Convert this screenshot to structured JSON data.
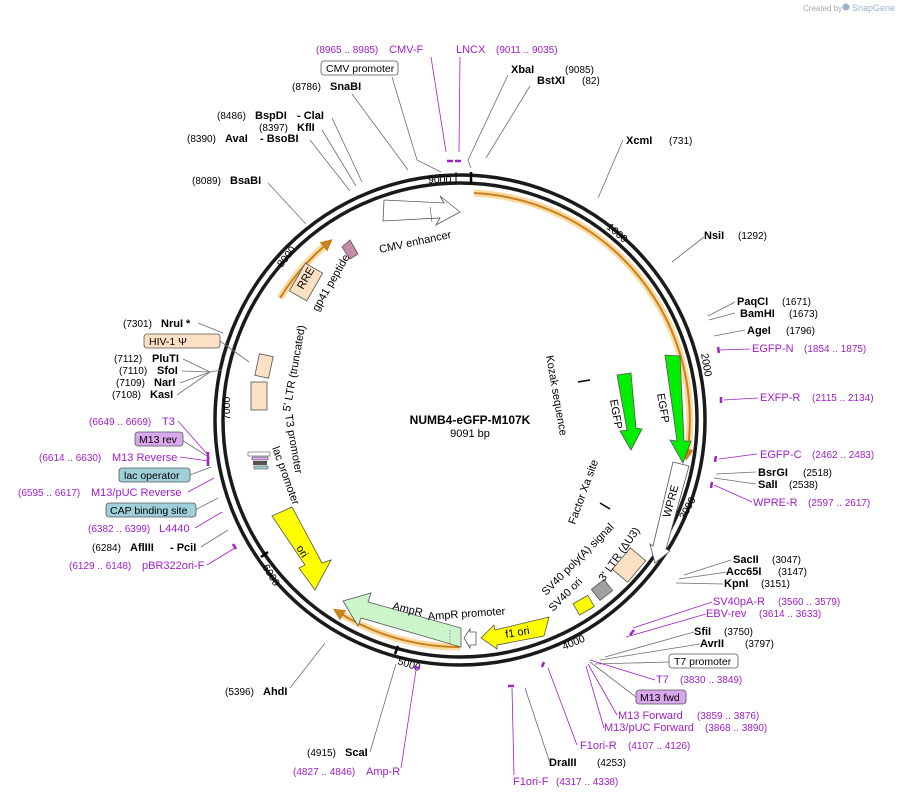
{
  "credit": {
    "prefix": "Created by",
    "brand": "SnapGene"
  },
  "plasmid": {
    "name": "NUMB4-eGFP-M107K",
    "size": "9091 bp"
  },
  "backbone_ticks": [
    "1000",
    "2000",
    "3000",
    "4000",
    "5000",
    "6000",
    "7000",
    "8000",
    "9000"
  ],
  "sites": [
    {
      "name": "XbaI",
      "pos": "(9085)"
    },
    {
      "name": "BstXI",
      "pos": "(82)"
    },
    {
      "name": "XcmI",
      "pos": "(731)"
    },
    {
      "name": "NsiI",
      "pos": "(1292)"
    },
    {
      "name": "PaqCI",
      "pos": "(1671)"
    },
    {
      "name": "BamHI",
      "pos": "(1673)"
    },
    {
      "name": "AgeI",
      "pos": "(1796)"
    },
    {
      "name": "BsrGI",
      "pos": "(2518)"
    },
    {
      "name": "SalI",
      "pos": "(2538)"
    },
    {
      "name": "SacII",
      "pos": "(3047)"
    },
    {
      "name": "Acc65I",
      "pos": "(3147)"
    },
    {
      "name": "KpnI",
      "pos": "(3151)"
    },
    {
      "name": "SfiI",
      "pos": "(3750)"
    },
    {
      "name": "AvrII",
      "pos": "(3797)"
    },
    {
      "name": "DraIII",
      "pos": "(4253)"
    },
    {
      "name": "ScaI",
      "pos": "(4915)"
    },
    {
      "name": "AhdI",
      "pos": "(5396)"
    },
    {
      "name": "AflIII",
      "pos": "(6284)"
    },
    {
      "name": "- PciI",
      "pos": ""
    },
    {
      "name": "KasI",
      "pos": "(7108)"
    },
    {
      "name": "NarI",
      "pos": "(7109)"
    },
    {
      "name": "SfoI",
      "pos": "(7110)"
    },
    {
      "name": "PluTI",
      "pos": "(7112)"
    },
    {
      "name": "NruI *",
      "pos": "(7301)"
    },
    {
      "name": "BsaBI",
      "pos": "(8089)"
    },
    {
      "name": "AvaI",
      "pos": "(8390)"
    },
    {
      "name": "- BsoBI",
      "pos": ""
    },
    {
      "name": "KflI",
      "pos": "(8397)"
    },
    {
      "name": "BspDI",
      "pos": "(8486)"
    },
    {
      "name": "- ClaI",
      "pos": ""
    },
    {
      "name": "SnaBI",
      "pos": "(8786)"
    }
  ],
  "primers": [
    {
      "name": "CMV-F",
      "pos": "(8965 .. 8985)"
    },
    {
      "name": "LNCX",
      "pos": "(9011 .. 9035)"
    },
    {
      "name": "EGFP-N",
      "pos": "(1854 .. 1875)"
    },
    {
      "name": "EXFP-R",
      "pos": "(2115 .. 2134)"
    },
    {
      "name": "EGFP-C",
      "pos": "(2462 .. 2483)"
    },
    {
      "name": "WPRE-R",
      "pos": "(2597 .. 2617)"
    },
    {
      "name": "SV40pA-R",
      "pos": "(3560 .. 3579)"
    },
    {
      "name": "EBV-rev",
      "pos": "(3614 .. 3633)"
    },
    {
      "name": "T7",
      "pos": "(3830 .. 3849)"
    },
    {
      "name": "M13 Forward",
      "pos": "(3859 .. 3876)"
    },
    {
      "name": "M13/pUC Forward",
      "pos": "(3868 .. 3890)"
    },
    {
      "name": "F1ori-R",
      "pos": "(4107 .. 4126)"
    },
    {
      "name": "F1ori-F",
      "pos": "(4317 .. 4338)"
    },
    {
      "name": "Amp-R",
      "pos": "(4827 .. 4846)"
    },
    {
      "name": "pBR322ori-F",
      "pos": "(6129 .. 6148)"
    },
    {
      "name": "L4440",
      "pos": "(6382 .. 6399)"
    },
    {
      "name": "M13/pUC Reverse",
      "pos": "(6595 .. 6617)"
    },
    {
      "name": "M13 Reverse",
      "pos": "(6614 .. 6630)"
    },
    {
      "name": "T3",
      "pos": "(6649 .. 6669)"
    }
  ],
  "boxed_labels": [
    {
      "text": "CMV promoter",
      "style": "white"
    },
    {
      "text": "HIV-1 Ψ",
      "style": "peach"
    },
    {
      "text": "M13 rev",
      "style": "purple"
    },
    {
      "text": "lac operator",
      "style": "teal"
    },
    {
      "text": "CAP binding site",
      "style": "teal"
    },
    {
      "text": "T7 promoter",
      "style": "white"
    },
    {
      "text": "M13 fwd",
      "style": "purple"
    }
  ],
  "features": [
    {
      "label": "CMV enhancer",
      "color": "#ffffff"
    },
    {
      "label": "gp41 peptide",
      "color": "#c98aa8"
    },
    {
      "label": "RRE",
      "color": "#fbe0c4"
    },
    {
      "label": "5' LTR (truncated)",
      "color": "#fbe0c4"
    },
    {
      "label": "T3 promoter",
      "color": "#ffffff"
    },
    {
      "label": "lac promoter",
      "color": "#ffffff"
    },
    {
      "label": "ori",
      "color": "#ffff00"
    },
    {
      "label": "AmpR",
      "color": "#ccf5cc"
    },
    {
      "label": "AmpR promoter",
      "color": "#ffffff"
    },
    {
      "label": "f1 ori",
      "color": "#ffff00"
    },
    {
      "label": "SV40 ori",
      "color": "#ffff00"
    },
    {
      "label": "SV40 poly(A) signal",
      "color": "#a0a0a0"
    },
    {
      "label": "3' LTR (ΔU3)",
      "color": "#fbe0c4"
    },
    {
      "label": "WPRE",
      "color": "#ffffff"
    },
    {
      "label": "EGFP",
      "color": "#00ee00"
    },
    {
      "label": "Kozak sequence",
      "color": "#000000"
    },
    {
      "label": "Factor Xa site",
      "color": "#000000"
    }
  ],
  "colors": {
    "backbone": "#1a1a1a",
    "orf_arc": "#c8821e",
    "orf_glow": "#fbd9a0",
    "primer": "#a020c8",
    "egfp": "#00ee00",
    "yellow": "#ffff00",
    "peach": "#fbe0c4",
    "ampr": "#ccf5cc",
    "gray": "#a0a0a0",
    "purple_box": "#d9a8ec",
    "teal_box": "#9fcfd8"
  }
}
